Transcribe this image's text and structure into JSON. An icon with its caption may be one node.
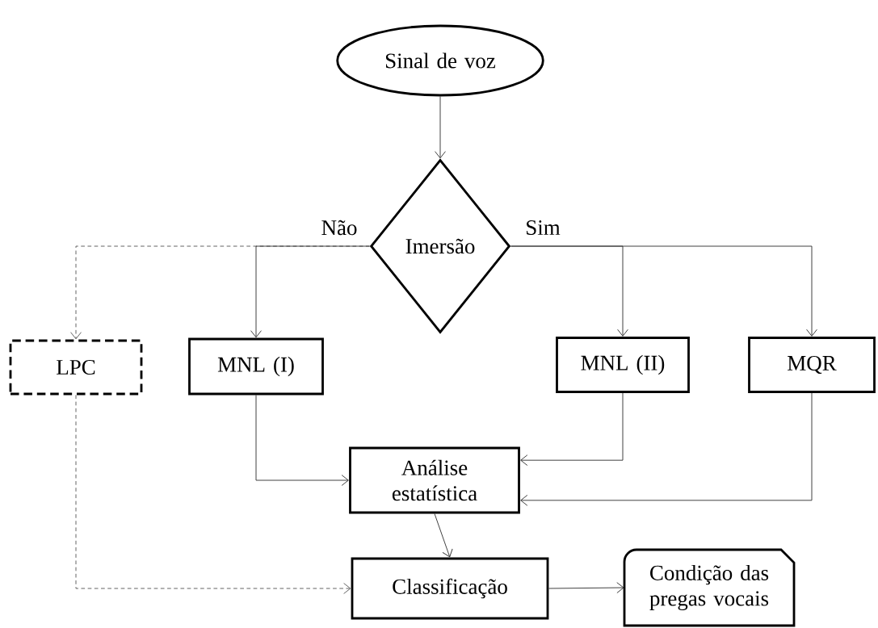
{
  "diagram": {
    "nodes": [
      {
        "text": [
          "Sinal de voz"
        ]
      },
      {
        "text": [
          "Imersão"
        ]
      },
      {
        "text": [
          "LPC"
        ]
      },
      {
        "text": [
          "MNL (I)"
        ]
      },
      {
        "text": [
          "MNL (II)"
        ]
      },
      {
        "text": [
          "MQR"
        ]
      },
      {
        "text": [
          "Análise estatística"
        ]
      },
      {
        "text": [
          "Classificação"
        ]
      },
      {
        "text": [
          "Condição das pregas vocais"
        ]
      }
    ],
    "edges": [
      {
        "from": 0,
        "to": 1,
        "arrow": "to"
      },
      {
        "from": 1,
        "to": 2,
        "arrow": "to",
        "style": "dashed"
      },
      {
        "from": 1,
        "to": 3,
        "arrow": "to",
        "label": "Não"
      },
      {
        "from": 1,
        "to": 4,
        "arrow": "to",
        "label": "Sim"
      },
      {
        "from": 1,
        "to": 5,
        "arrow": "to"
      },
      {
        "from": 3,
        "to": 6,
        "arrow": "to"
      },
      {
        "from": 4,
        "to": 6,
        "arrow": "to"
      },
      {
        "from": 5,
        "to": 6,
        "arrow": "to"
      },
      {
        "from": 6,
        "to": 7,
        "arrow": "to"
      },
      {
        "from": 2,
        "to": 7,
        "arrow": "to",
        "style": "dashed"
      },
      {
        "from": 7,
        "to": 8,
        "arrow": "to"
      }
    ]
  }
}
